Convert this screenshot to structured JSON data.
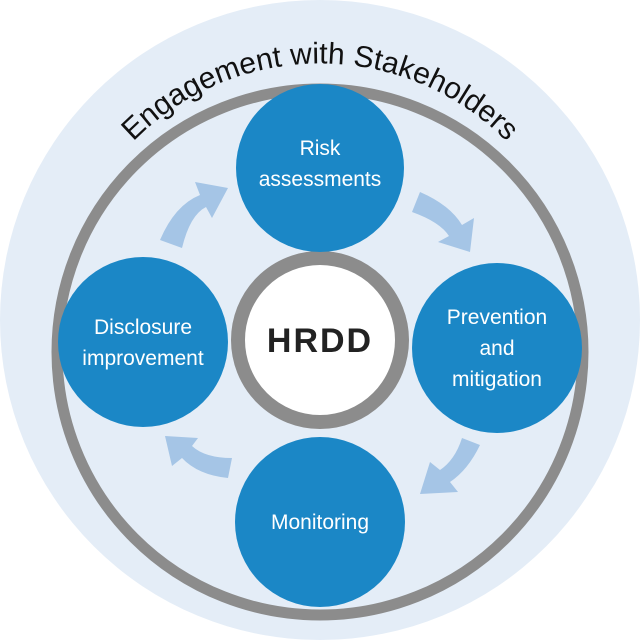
{
  "outer_label": "Engagement with Stakeholders",
  "center_label": "HRDD",
  "steps": [
    {
      "lines": [
        "Risk",
        "assessments"
      ]
    },
    {
      "lines": [
        "Prevention",
        "and",
        "mitigation"
      ]
    },
    {
      "lines": [
        "Monitoring"
      ]
    },
    {
      "lines": [
        "Disclosure",
        "improvement"
      ]
    }
  ],
  "colors": {
    "background_circle": "#e4edf7",
    "ring": "#8c8c8c",
    "step_circle": "#1b87c6",
    "arrow": "#a5c5e6",
    "center_text": "#222222"
  }
}
